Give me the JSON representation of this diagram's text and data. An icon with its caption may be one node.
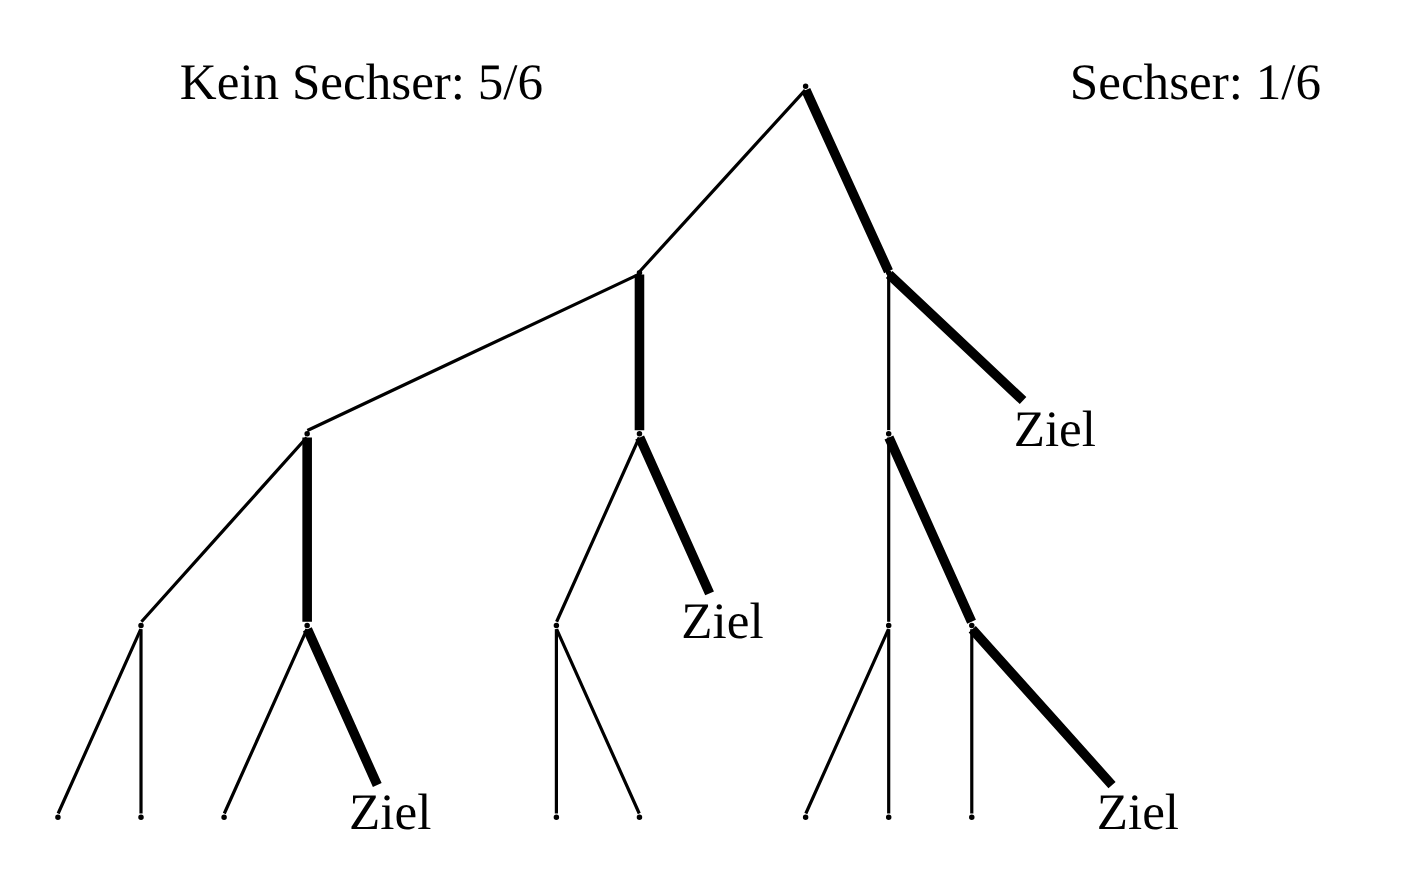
{
  "diagram": {
    "nodes": [
      {
        "text": [],
        "shape": "point"
      },
      {
        "text": [],
        "shape": "point"
      },
      {
        "text": [],
        "shape": "point"
      },
      {
        "text": [],
        "shape": "point"
      },
      {
        "text": [],
        "shape": "point"
      },
      {
        "text": [],
        "shape": "point"
      },
      {
        "text": [
          "Ziel"
        ]
      },
      {
        "text": [],
        "shape": "point"
      },
      {
        "text": [],
        "shape": "point"
      },
      {
        "text": [],
        "shape": "point"
      },
      {
        "text": [
          "Ziel"
        ]
      },
      {
        "text": [],
        "shape": "point"
      },
      {
        "text": [],
        "shape": "point"
      },
      {
        "text": [],
        "shape": "point"
      },
      {
        "text": [],
        "shape": "point"
      },
      {
        "text": [],
        "shape": "point"
      },
      {
        "text": [
          "Ziel"
        ]
      },
      {
        "text": [],
        "shape": "point"
      },
      {
        "text": [],
        "shape": "point"
      },
      {
        "text": [],
        "shape": "point"
      },
      {
        "text": [],
        "shape": "point"
      },
      {
        "text": [],
        "shape": "point"
      },
      {
        "text": [
          "Ziel"
        ]
      }
    ],
    "edges": [
      {
        "from": 0,
        "to": 1,
        "arrow": "none"
      },
      {
        "from": 0,
        "to": 2,
        "arrow": "none",
        "style": "thick"
      },
      {
        "from": 1,
        "to": 3,
        "arrow": "none"
      },
      {
        "from": 1,
        "to": 4,
        "arrow": "none",
        "style": "thick"
      },
      {
        "from": 2,
        "to": 5,
        "arrow": "none"
      },
      {
        "from": 2,
        "to": 6,
        "arrow": "none",
        "style": "thick"
      },
      {
        "from": 3,
        "to": 7,
        "arrow": "none"
      },
      {
        "from": 3,
        "to": 8,
        "arrow": "none",
        "style": "thick"
      },
      {
        "from": 4,
        "to": 9,
        "arrow": "none"
      },
      {
        "from": 4,
        "to": 10,
        "arrow": "none",
        "style": "thick"
      },
      {
        "from": 5,
        "to": 11,
        "arrow": "none"
      },
      {
        "from": 5,
        "to": 12,
        "arrow": "none",
        "style": "thick"
      },
      {
        "from": 7,
        "to": 13,
        "arrow": "none"
      },
      {
        "from": 7,
        "to": 14,
        "arrow": "none"
      },
      {
        "from": 8,
        "to": 15,
        "arrow": "none"
      },
      {
        "from": 8,
        "to": 16,
        "arrow": "none",
        "style": "thick"
      },
      {
        "from": 9,
        "to": 17,
        "arrow": "none"
      },
      {
        "from": 9,
        "to": 18,
        "arrow": "none"
      },
      {
        "from": 11,
        "to": 19,
        "arrow": "none"
      },
      {
        "from": 11,
        "to": 20,
        "arrow": "none"
      },
      {
        "from": 12,
        "to": 21,
        "arrow": "none"
      },
      {
        "from": 12,
        "to": 22,
        "arrow": "none",
        "style": "thick"
      }
    ],
    "labels": [
      "Kein Sechser: 5/6",
      "Sechser: 1/6"
    ]
  }
}
